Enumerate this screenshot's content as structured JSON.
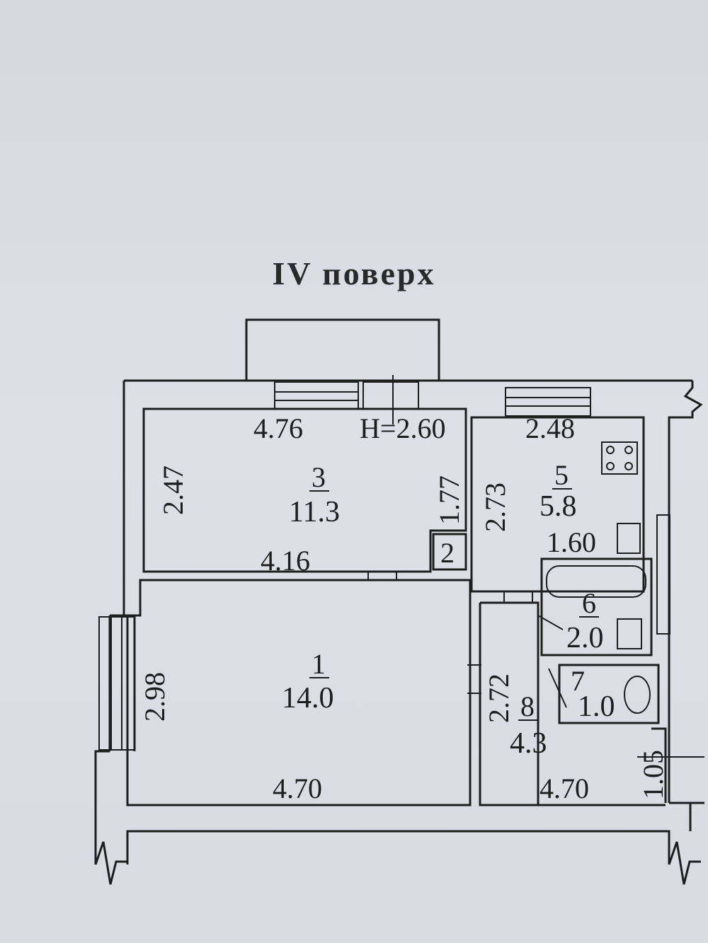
{
  "floor_title": "IV поверх",
  "ceiling_height": "H=2.60",
  "rooms": {
    "r1": {
      "number": "1",
      "area": "14.0",
      "w_bottom": "4.70",
      "h_left": "2.98"
    },
    "r2": {
      "number": "2"
    },
    "r3": {
      "number": "3",
      "area": "11.3",
      "w_top": "4.76",
      "w_bottom": "4.16",
      "h_left": "2.47",
      "h_right": "1.77"
    },
    "r5": {
      "number": "5",
      "area": "5.8",
      "w_top": "2.48",
      "h_left": "2.73",
      "w_inner": "1.60"
    },
    "r6": {
      "number": "6",
      "area": "2.0"
    },
    "r7": {
      "number": "7",
      "area": "1.0"
    },
    "r8": {
      "number": "8",
      "area": "4.3",
      "w_bottom": "4.70",
      "h_left": "2.72",
      "h_right": "1.05"
    }
  },
  "colors": {
    "ink": "#1e1e1e",
    "paper": "#dcdde3"
  }
}
